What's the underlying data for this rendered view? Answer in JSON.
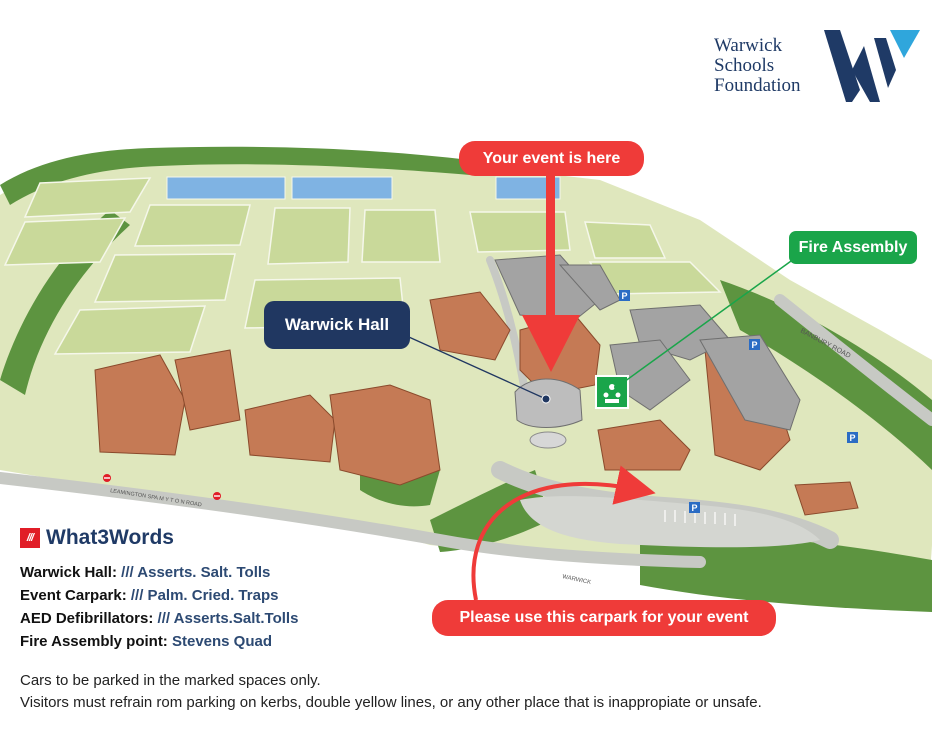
{
  "logo": {
    "line1": "Warwick",
    "line2": "Schools",
    "line3": "Foundation",
    "colors": {
      "navy": "#1f3a66",
      "cyan": "#2fa6dc"
    }
  },
  "callouts": {
    "event": "Your event is here",
    "carpark": "Please use this carpark for your event",
    "warwick_hall": "Warwick Hall",
    "fire_assembly": "Fire Assembly"
  },
  "map": {
    "road_labels": {
      "banbury": "BANBURY ROAD",
      "myton": "LEAMINGTON SPA  M Y T O N  ROAD",
      "warwick": "WARWICK"
    },
    "parking_symbol": "P",
    "colors": {
      "grass": "#dfe7bd",
      "pitch": "#c9d99a",
      "court": "#7fb3e3",
      "trees": "#5d9440",
      "brick": "#c57a55",
      "roof": "#9a9a9a",
      "road": "#c7c9c4",
      "red": "#ef3b39",
      "navy": "#203761",
      "green": "#1aa54a"
    }
  },
  "what3words": {
    "icon": "///",
    "title": "What3Words",
    "items": [
      {
        "label": "Warwick Hall:",
        "value": "/// Asserts. Salt. Tolls"
      },
      {
        "label": "Event Carpark:",
        "value": "/// Palm. Cried. Traps"
      },
      {
        "label": "AED Defibrillators:",
        "value": "/// Asserts.Salt.Tolls"
      },
      {
        "label": "Fire Assembly point:",
        "value": "Stevens Quad"
      }
    ]
  },
  "notes": {
    "line1": "Cars to be parked in the marked spaces only.",
    "line2": "Visitors must refrain rom parking on kerbs, double yellow lines, or any other place that is inappropiate or unsafe."
  }
}
